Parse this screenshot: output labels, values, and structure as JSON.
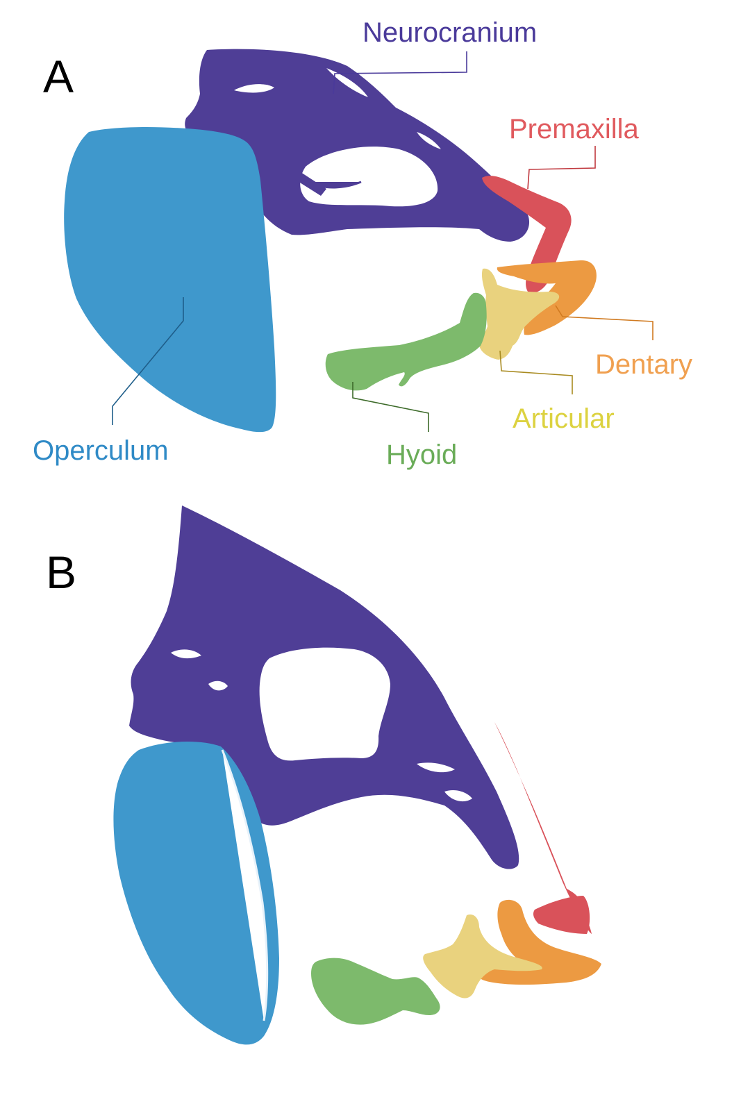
{
  "figure": {
    "panels": [
      {
        "letter": "A"
      },
      {
        "letter": "B"
      }
    ],
    "labels": {
      "neurocranium": "Neurocranium",
      "premaxilla": "Premaxilla",
      "dentary": "Dentary",
      "articular": "Articular",
      "hyoid": "Hyoid",
      "operculum": "Operculum"
    },
    "colors": {
      "neurocranium": "#4f3e96",
      "premaxilla": "#d9525a",
      "dentary": "#ec9a42",
      "articular": "#e9d27e",
      "hyoid": "#7dba6c",
      "operculum": "#3f98cc",
      "neurocranium_text": "#4a3a9a",
      "premaxilla_text": "#e05a5e",
      "dentary_text": "#f0a050",
      "articular_text": "#dcd240",
      "hyoid_text": "#6aac58",
      "operculum_text": "#2f8ac6"
    }
  }
}
